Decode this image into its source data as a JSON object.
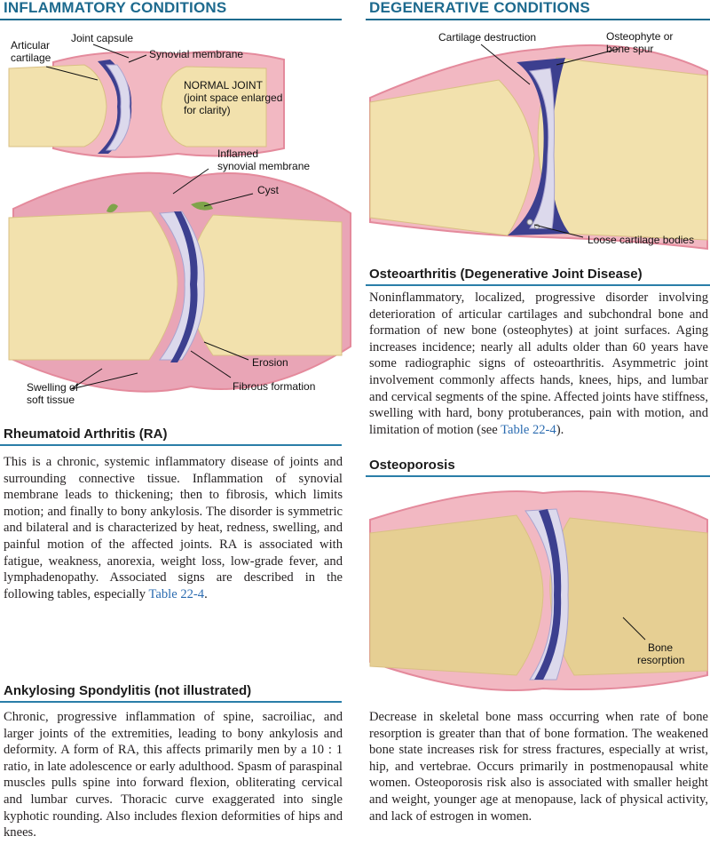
{
  "left_section": {
    "heading": "INFLAMMATORY CONDITIONS",
    "normal_joint_labels": {
      "articular_cartilage": [
        "Articular",
        "cartilage"
      ],
      "joint_capsule": "Joint capsule",
      "synovial_membrane": "Synovial membrane",
      "normal_joint": [
        "NORMAL JOINT",
        "(joint space enlarged",
        "for clarity)"
      ]
    },
    "ra_joint_labels": {
      "inflamed_synovial": [
        "Inflamed",
        "synovial membrane"
      ],
      "cyst": "Cyst",
      "erosion": "Erosion",
      "fibrous_formation": "Fibrous formation",
      "swelling": [
        "Swelling of",
        "soft tissue"
      ]
    },
    "ra": {
      "title": "Rheumatoid Arthritis (RA)",
      "text": "This is a chronic, systemic inflammatory disease of joints and surrounding connective tissue. Inflammation of synovial membrane leads to thickening; then to fibrosis, which limits motion; and finally to bony ankylosis. The disorder is symmetric and bilateral and is characterized by heat, redness, swelling, and painful motion of the affected joints. RA is associated with fatigue, weakness, anorexia, weight loss, low-grade fever, and lymphadenopathy. Associated signs are described in the following tables, especially ",
      "link": "Table 22-4",
      "text_end": "."
    },
    "as": {
      "title": "Ankylosing Spondylitis (not illustrated)",
      "text": "Chronic, progressive inflammation of spine, sacroiliac, and larger joints of the extremities, leading to bony ankylosis and deformity. A form of RA, this affects primarily men by a 10 : 1 ratio, in late adolescence or early adulthood. Spasm of paraspinal muscles pulls spine into forward flexion, obliterating cervical and lumbar curves. Thoracic curve exaggerated into single kyphotic rounding. Also includes flexion deformities of hips and knees."
    }
  },
  "right_section": {
    "heading": "DEGENERATIVE CONDITIONS",
    "oa_joint_labels": {
      "cartilage_destruction": "Cartilage destruction",
      "osteophyte": [
        "Osteophyte or",
        "bone spur"
      ],
      "loose_bodies": "Loose cartilage bodies"
    },
    "oa": {
      "title": "Osteoarthritis (Degenerative Joint Disease)",
      "text": "Noninflammatory, localized, progressive disorder involving deterioration of articular cartilages and subchondral bone and formation of new bone (osteophytes) at joint surfaces. Aging increases incidence; nearly all adults older than 60 years have some radiographic signs of osteoarthritis. Asymmetric joint involvement commonly affects hands, knees, hips, and lumbar and cervical segments of the spine. Affected joints have stiffness, swelling with hard, bony protuberances, pain with motion, and limitation of motion (see ",
      "link": "Table 22-4",
      "text_end": ")."
    },
    "osteoporosis": {
      "title": "Osteoporosis",
      "labels": {
        "bone_resorption": [
          "Bone",
          "resorption"
        ]
      },
      "text": "Decrease in skeletal bone mass occurring when rate of bone resorption is greater than that of bone formation. The weakened bone state increases risk for stress fractures, especially at wrist, hip, and vertebrae. Occurs primarily in postmenopausal white women. Osteoporosis risk also is associated with smaller height and weight, younger age at menopause, lack of physical activity, and lack of estrogen in women."
    }
  },
  "colors": {
    "heading": "#1d6a8e",
    "link": "#2a6bb0",
    "bone": "#f2e1ad",
    "cartilage": "#dcd9ec",
    "synovial": "#3c3f8f",
    "capsule": "#f2b8c2"
  }
}
